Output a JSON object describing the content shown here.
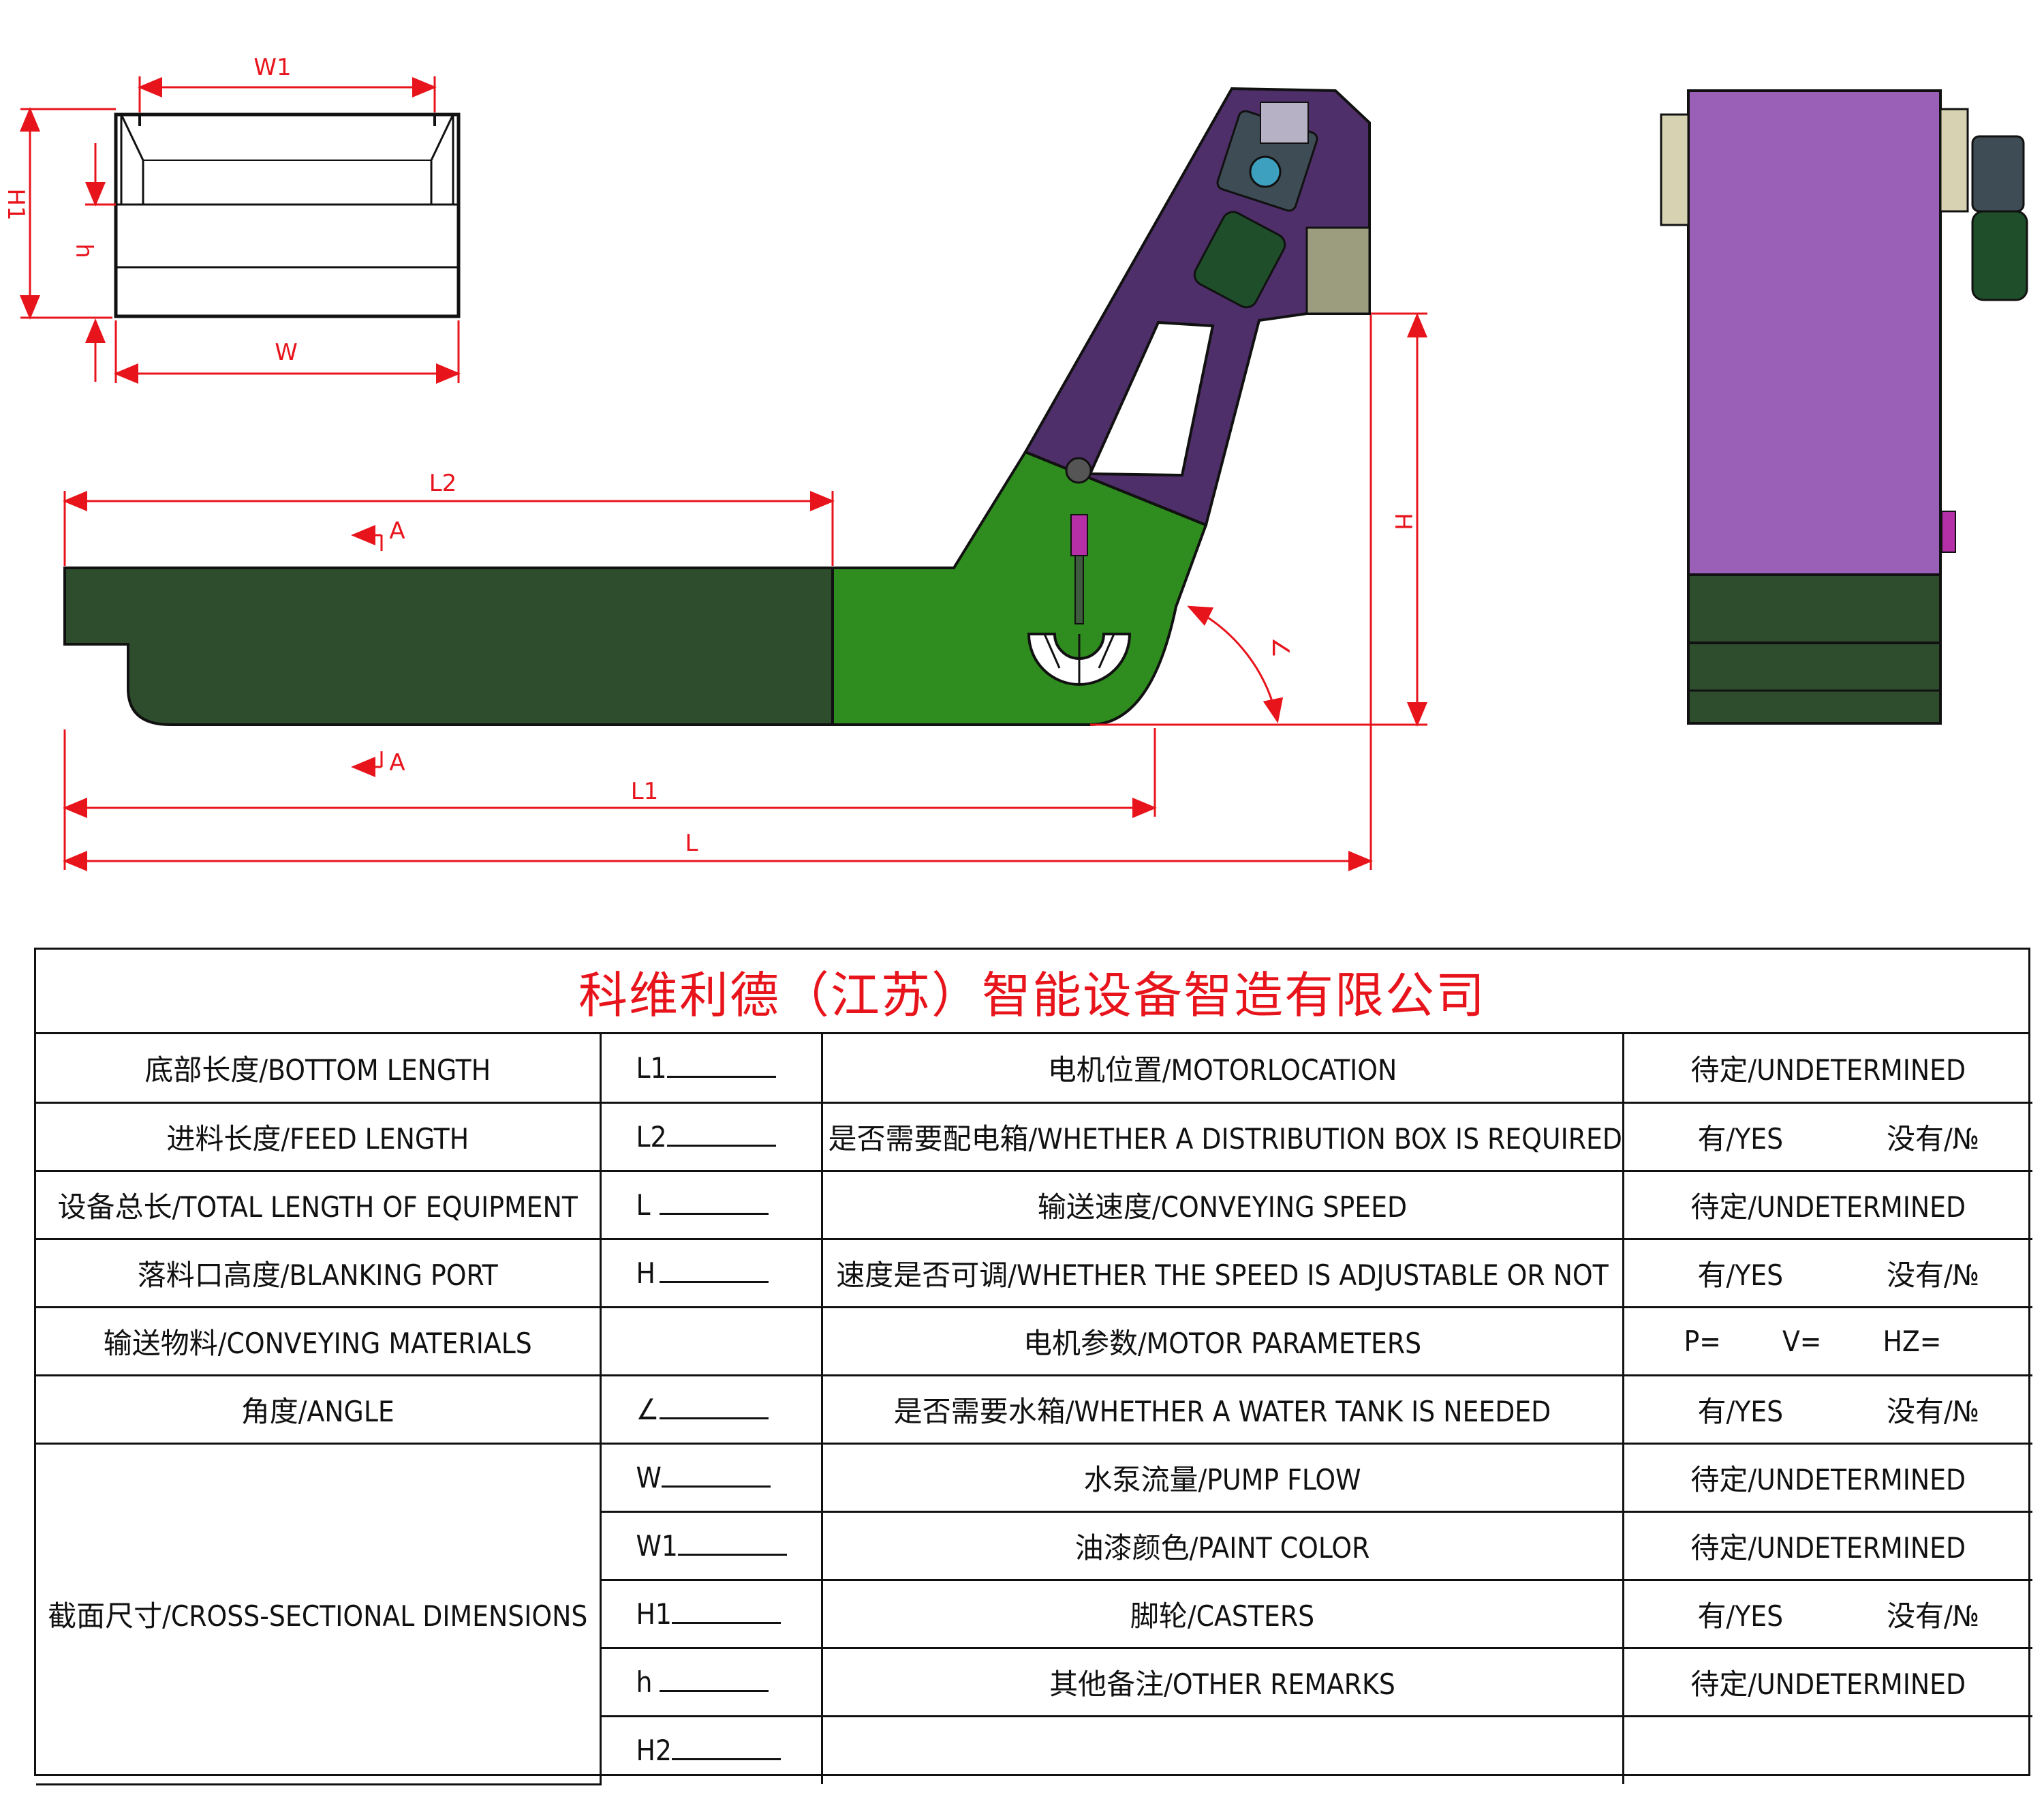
{
  "drawing": {
    "dims": {
      "W1": "W1",
      "H1": "H1",
      "h": "h",
      "W": "W",
      "L2": "L2",
      "A": "A",
      "H": "H",
      "angle": "∠",
      "L1": "L1",
      "L": "L"
    },
    "colors": {
      "base_dark_green": "#2d4d2d",
      "front_green": "#2f8c1e",
      "arm_purple": "#4f2f6a",
      "side_purple": "#9a5fb6",
      "motor_green": "#1e4f2a",
      "bracket_beige": "#d7d2b1",
      "dimension_red": "#e8141c"
    }
  },
  "spec": {
    "title": "科维利德（江苏）智能设备智造有限公司",
    "rows": [
      {
        "label": "底部长度/BOTTOM LENGTH",
        "code": "L1",
        "item": "电机位置/MOTORLOCATION",
        "value": "待定/UNDETERMINED"
      },
      {
        "label": "进料长度/FEED LENGTH",
        "code": "L2",
        "item": "是否需要配电箱/WHETHER A DISTRIBUTION BOX IS REQUIRED",
        "yes": "有/YES",
        "no": "没有/№"
      },
      {
        "label": "设备总长/TOTAL LENGTH OF EQUIPMENT",
        "code": "L",
        "item": "输送速度/CONVEYING SPEED",
        "value": "待定/UNDETERMINED"
      },
      {
        "label": "落料口高度/BLANKING PORT",
        "code": "H",
        "item": "速度是否可调/WHETHER THE SPEED IS ADJUSTABLE OR NOT",
        "yes": "有/YES",
        "no": "没有/№"
      },
      {
        "label": "输送物料/CONVEYING MATERIALS",
        "code": "",
        "item": "电机参数/MOTOR PARAMETERS",
        "p": "P=",
        "v": "V=",
        "hz": "HZ="
      },
      {
        "label": "角度/ANGLE",
        "code": "∠",
        "item": "是否需要水箱/WHETHER A WATER TANK IS NEEDED",
        "yes": "有/YES",
        "no": "没有/№"
      },
      {
        "label": "截面尺寸/CROSS-SECTIONAL DIMENSIONS",
        "code": "W",
        "item": "水泵流量/PUMP FLOW",
        "value": "待定/UNDETERMINED"
      },
      {
        "code": "W1",
        "item": "油漆颜色/PAINT COLOR",
        "value": "待定/UNDETERMINED"
      },
      {
        "code": "H1",
        "item": "脚轮/CASTERS",
        "yes": "有/YES",
        "no": "没有/№"
      },
      {
        "code": "h",
        "item": "其他备注/OTHER REMARKS",
        "value": "待定/UNDETERMINED"
      },
      {
        "code": "H2",
        "item": "",
        "value": ""
      }
    ]
  }
}
